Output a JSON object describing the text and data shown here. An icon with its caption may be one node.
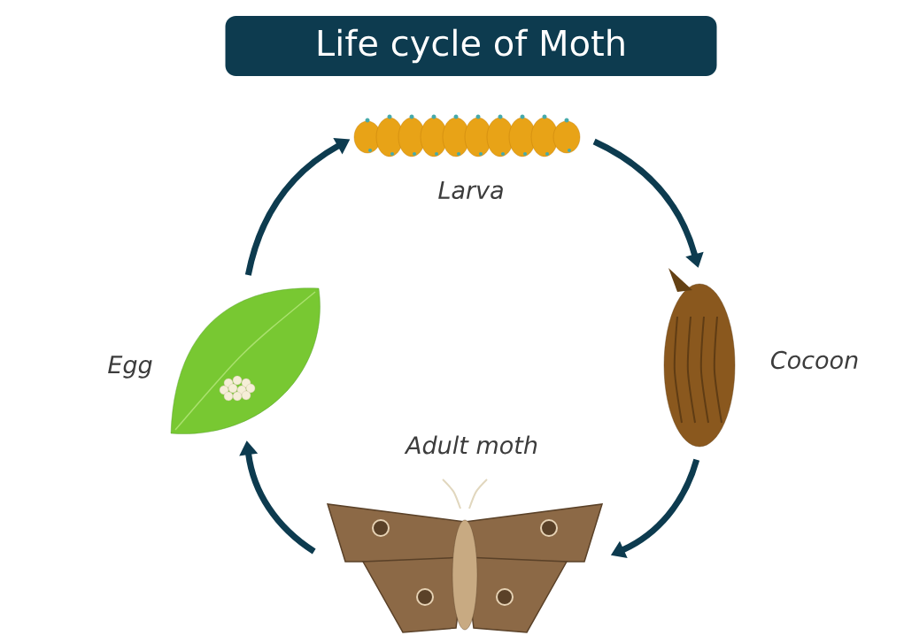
{
  "diagram": {
    "title": "Life cycle of Moth",
    "nodes": [
      {
        "text": [
          "Larva"
        ]
      },
      {
        "text": [
          "Cocoon"
        ]
      },
      {
        "text": [
          "Adult moth"
        ]
      },
      {
        "text": [
          "Egg"
        ]
      }
    ],
    "edges": [
      {
        "from": 3,
        "to": 0,
        "arrow": "to"
      },
      {
        "from": 0,
        "to": 1,
        "arrow": "to"
      },
      {
        "from": 1,
        "to": 2,
        "arrow": "to"
      },
      {
        "from": 2,
        "to": 3,
        "arrow": "to"
      }
    ]
  }
}
